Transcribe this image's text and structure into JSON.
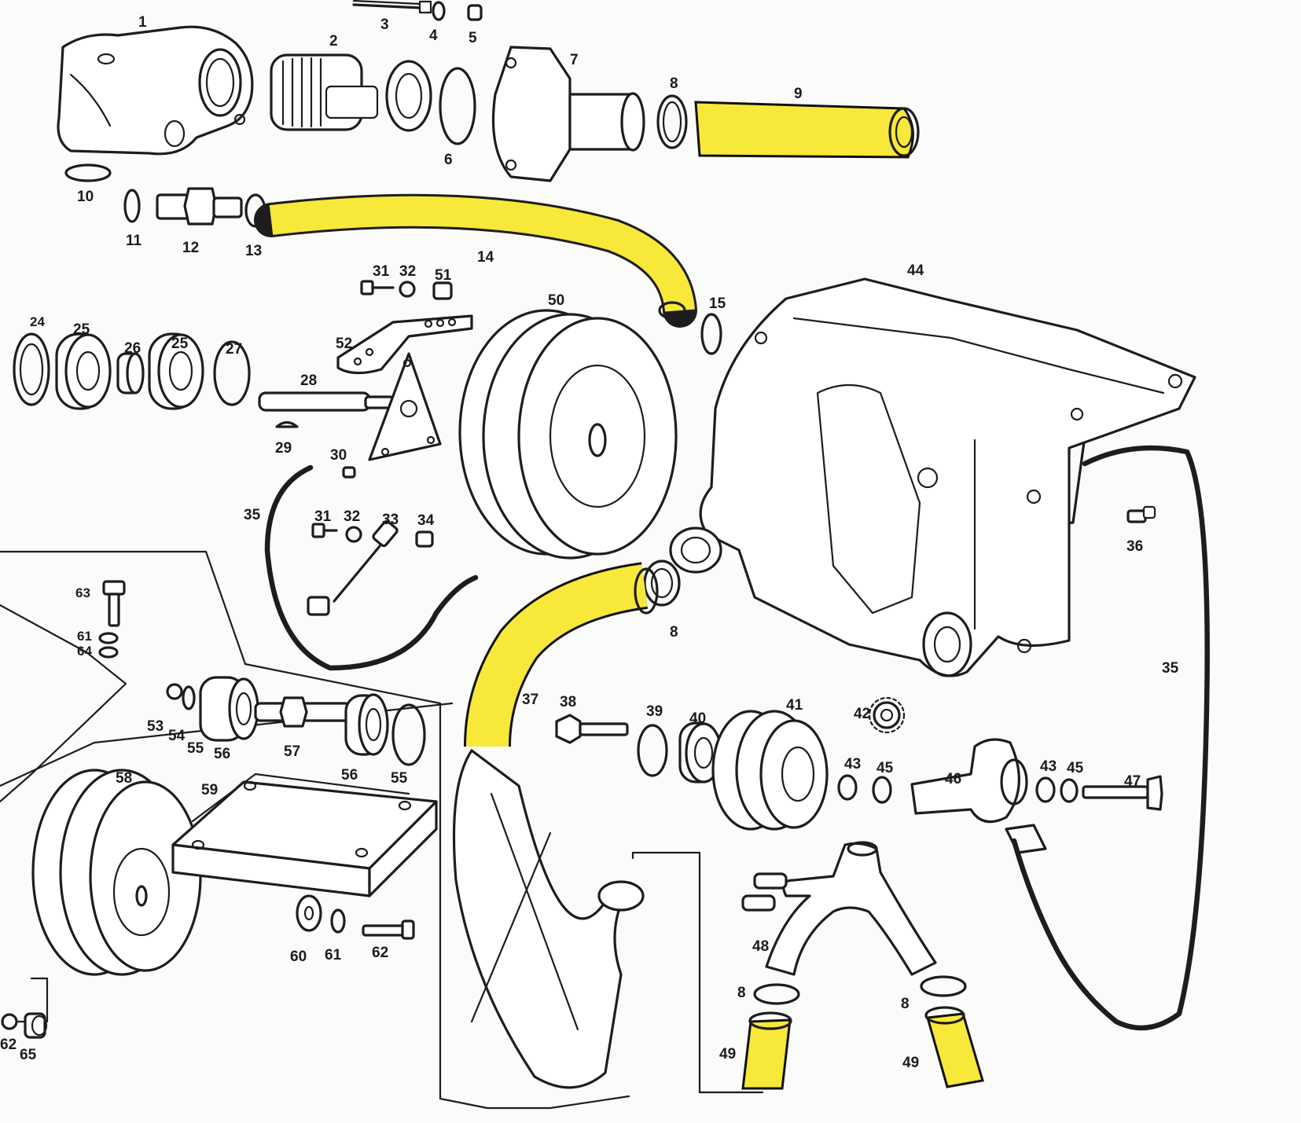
{
  "diagram": {
    "highlight_color": "#f7e83a",
    "ink_color": "#1d1d1d",
    "labels": {
      "l1": "1",
      "l2": "2",
      "l3": "3",
      "l4": "4",
      "l5": "5",
      "l6": "6",
      "l7": "7",
      "l8a": "8",
      "l9": "9",
      "l10": "10",
      "l11": "11",
      "l12": "12",
      "l13": "13",
      "l14": "14",
      "l15": "15",
      "l24": "24",
      "l25a": "25",
      "l26": "26",
      "l25b": "25",
      "l27": "27",
      "l28": "28",
      "l29": "29",
      "l30": "30",
      "l31a": "31",
      "l32a": "32",
      "l51": "51",
      "l52": "52",
      "l31b": "31",
      "l32b": "32",
      "l33": "33",
      "l34": "34",
      "l35a": "35",
      "l35b": "35",
      "l36": "36",
      "l37": "37",
      "l38": "38",
      "l39": "39",
      "l40": "40",
      "l41": "41",
      "l42": "42",
      "l43a": "43",
      "l45a": "45",
      "l46": "46",
      "l43b": "43",
      "l45b": "45",
      "l47": "47",
      "l44": "44",
      "l48": "48",
      "l49a": "49",
      "l49b": "49",
      "l8b": "8",
      "l8c": "8",
      "l8d": "8",
      "l50": "50",
      "l53": "53",
      "l54": "54",
      "l55a": "55",
      "l56a": "56",
      "l57": "57",
      "l56b": "56",
      "l55b": "55",
      "l58": "58",
      "l59": "59",
      "l60": "60",
      "l61a": "61",
      "l62a": "62",
      "l63": "63",
      "l61b": "61",
      "l64": "64",
      "l62b": "62",
      "l65": "65"
    }
  }
}
